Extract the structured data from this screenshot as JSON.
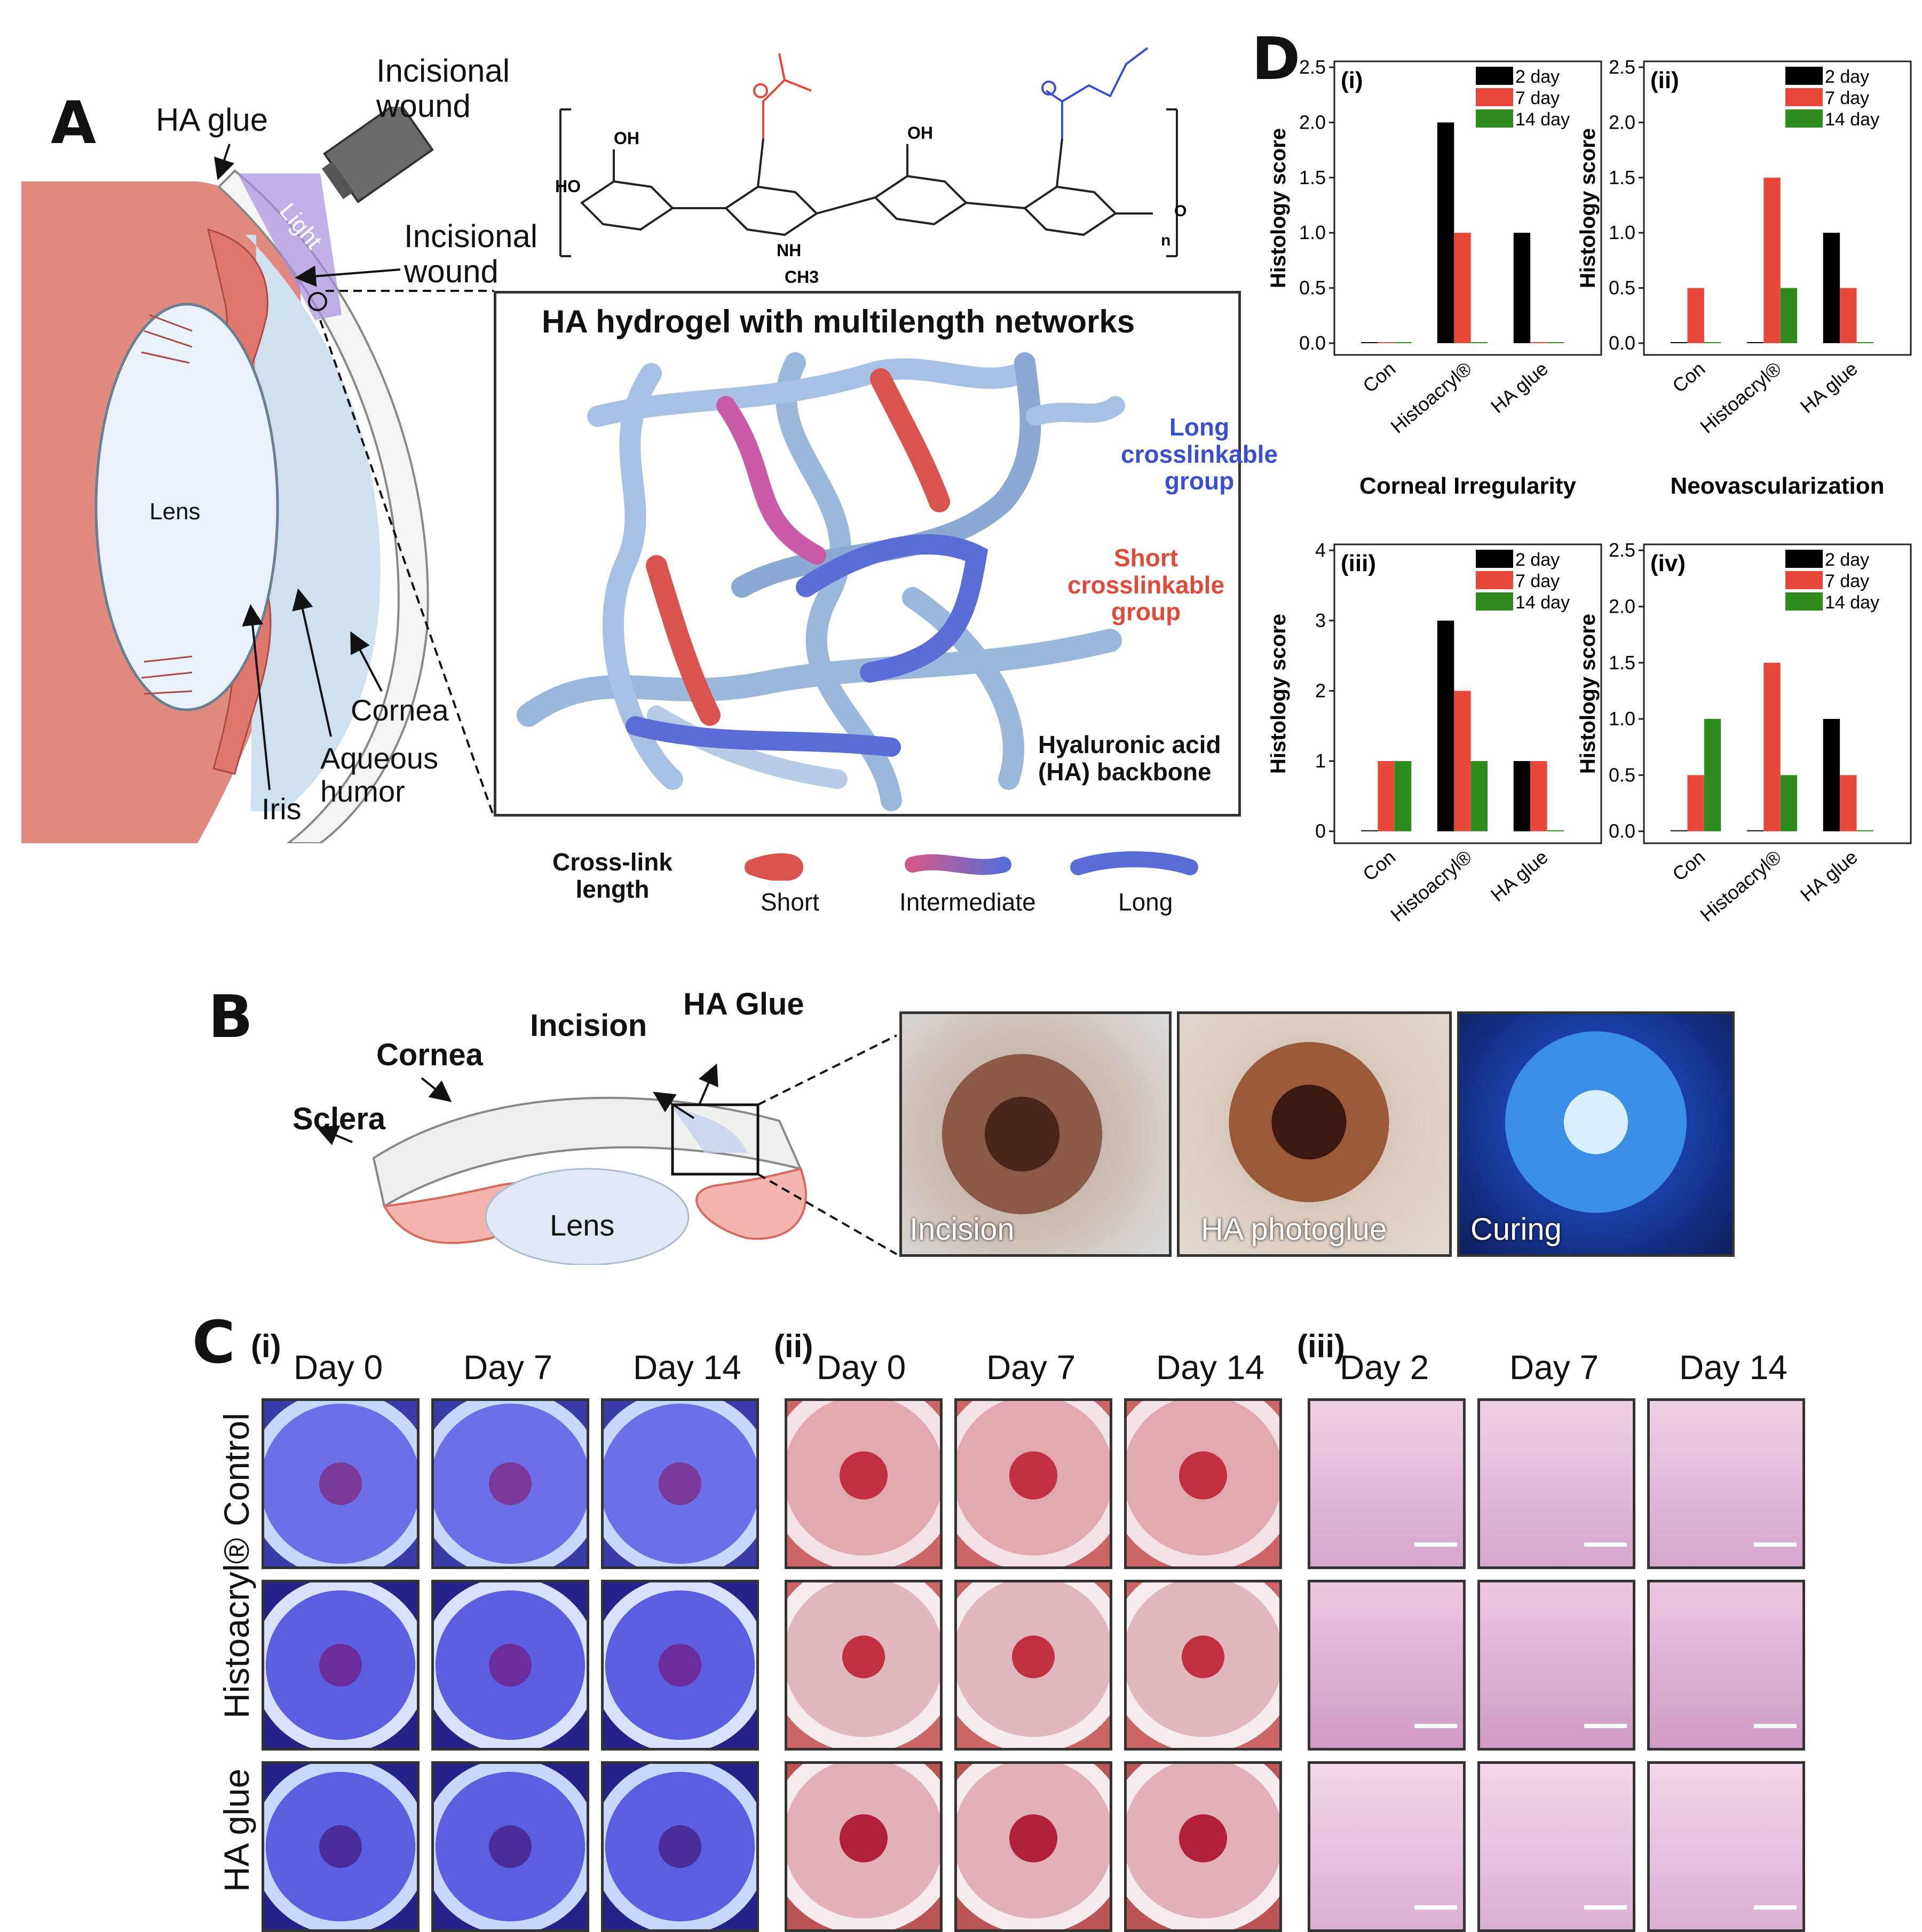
{
  "panel_labels": {
    "a": "A",
    "b": "B",
    "c": "C",
    "d": "D"
  },
  "panel_a": {
    "ha_glue": "HA glue",
    "incisional_wound_top": "Incisional\nwound",
    "incisional_wound": "Incisional\nwound",
    "light": "Light",
    "lens": "Lens",
    "cornea": "Cornea",
    "aqueous_humor": "Aqueous\nhumor",
    "iris": "Iris",
    "box_title": "HA hydrogel with multilength networks",
    "long_group": "Long\ncrosslinkable\ngroup",
    "short_group": "Short\ncrosslinkable\ngroup",
    "backbone": "Hyaluronic acid\n(HA) backbone",
    "crosslink_title": "Cross-link\nlength",
    "legend": [
      "Short",
      "Intermediate",
      "Long"
    ],
    "chem": {
      "oh1": "OH",
      "ho1": "HO",
      "oh2": "OH",
      "o": "O",
      "nh": "NH",
      "ch3": "CH3",
      "n": "n"
    },
    "colors": {
      "short": "#d9534f",
      "intermediate_start": "#d05a8a",
      "long": "#4a5fd0",
      "backbone": "#9ab7dc",
      "eye_red": "#e58a80"
    }
  },
  "panel_b": {
    "cornea": "Cornea",
    "sclera": "Sclera",
    "incision": "Incision",
    "ha_glue": "HA Glue",
    "lens": "Lens",
    "photos": [
      "Incision",
      "HA photoglue",
      "Curing"
    ]
  },
  "panel_c": {
    "sections": [
      {
        "label": "(i)",
        "days": [
          "Day 0",
          "Day 7",
          "Day 14"
        ]
      },
      {
        "label": "(ii)",
        "days": [
          "Day 0",
          "Day 7",
          "Day 14"
        ]
      },
      {
        "label": "(iii)",
        "days": [
          "Day 2",
          "Day 7",
          "Day 14"
        ]
      }
    ],
    "rows": [
      "Control",
      "Histoacryl®",
      "HA glue"
    ]
  },
  "panel_d": {
    "legend": [
      "2 day",
      "7 day",
      "14 day"
    ],
    "colors": {
      "2 day": "#000000",
      "7 day": "#e8483a",
      "14 day": "#2e8b1e"
    }
  },
  "chart_data": [
    {
      "type": "bar",
      "panel": "(i)",
      "title": "Corneal Irregularity",
      "ylabel": "Histology score",
      "categories": [
        "Con",
        "Histoacryl®",
        "HA glue"
      ],
      "ylim": [
        0,
        2.5
      ],
      "yticks": [
        "0.0",
        "0.5",
        "1.0",
        "1.5",
        "2.0",
        "2.5"
      ],
      "series": [
        {
          "name": "2 day",
          "values": [
            0,
            2.0,
            1.0
          ]
        },
        {
          "name": "7 day",
          "values": [
            0,
            1.0,
            0
          ]
        },
        {
          "name": "14 day",
          "values": [
            0,
            0,
            0
          ]
        }
      ]
    },
    {
      "type": "bar",
      "panel": "(ii)",
      "title": "Neovascularization",
      "ylabel": "Histology score",
      "categories": [
        "Con",
        "Histoacryl®",
        "HA glue"
      ],
      "ylim": [
        0,
        2.5
      ],
      "yticks": [
        "0.0",
        "0.5",
        "1.0",
        "1.5",
        "2.0",
        "2.5"
      ],
      "series": [
        {
          "name": "2 day",
          "values": [
            0,
            0,
            1.0
          ]
        },
        {
          "name": "7 day",
          "values": [
            0.5,
            1.5,
            0.5
          ]
        },
        {
          "name": "14 day",
          "values": [
            0,
            0.5,
            0
          ]
        }
      ]
    },
    {
      "type": "bar",
      "panel": "(iii)",
      "title": "Inflammtory cells",
      "ylabel": "Histology score",
      "categories": [
        "Con",
        "Histoacryl®",
        "HA glue"
      ],
      "ylim": [
        0,
        4
      ],
      "yticks": [
        "0",
        "1",
        "2",
        "3",
        "4"
      ],
      "series": [
        {
          "name": "2 day",
          "values": [
            0,
            3,
            1
          ]
        },
        {
          "name": "7 day",
          "values": [
            1,
            2,
            1
          ]
        },
        {
          "name": "14 day",
          "values": [
            1,
            1,
            0
          ]
        }
      ]
    },
    {
      "type": "bar",
      "panel": "(iv)",
      "title": "Corneal epithelization",
      "ylabel": "Histology score",
      "categories": [
        "Con",
        "Histoacryl®",
        "HA glue"
      ],
      "ylim": [
        0,
        2.5
      ],
      "yticks": [
        "0.0",
        "0.5",
        "1.0",
        "1.5",
        "2.0",
        "2.5"
      ],
      "series": [
        {
          "name": "2 day",
          "values": [
            0,
            0,
            1.0
          ]
        },
        {
          "name": "7 day",
          "values": [
            0.5,
            1.5,
            0.5
          ]
        },
        {
          "name": "14 day",
          "values": [
            1.0,
            0.5,
            0
          ]
        }
      ]
    }
  ]
}
